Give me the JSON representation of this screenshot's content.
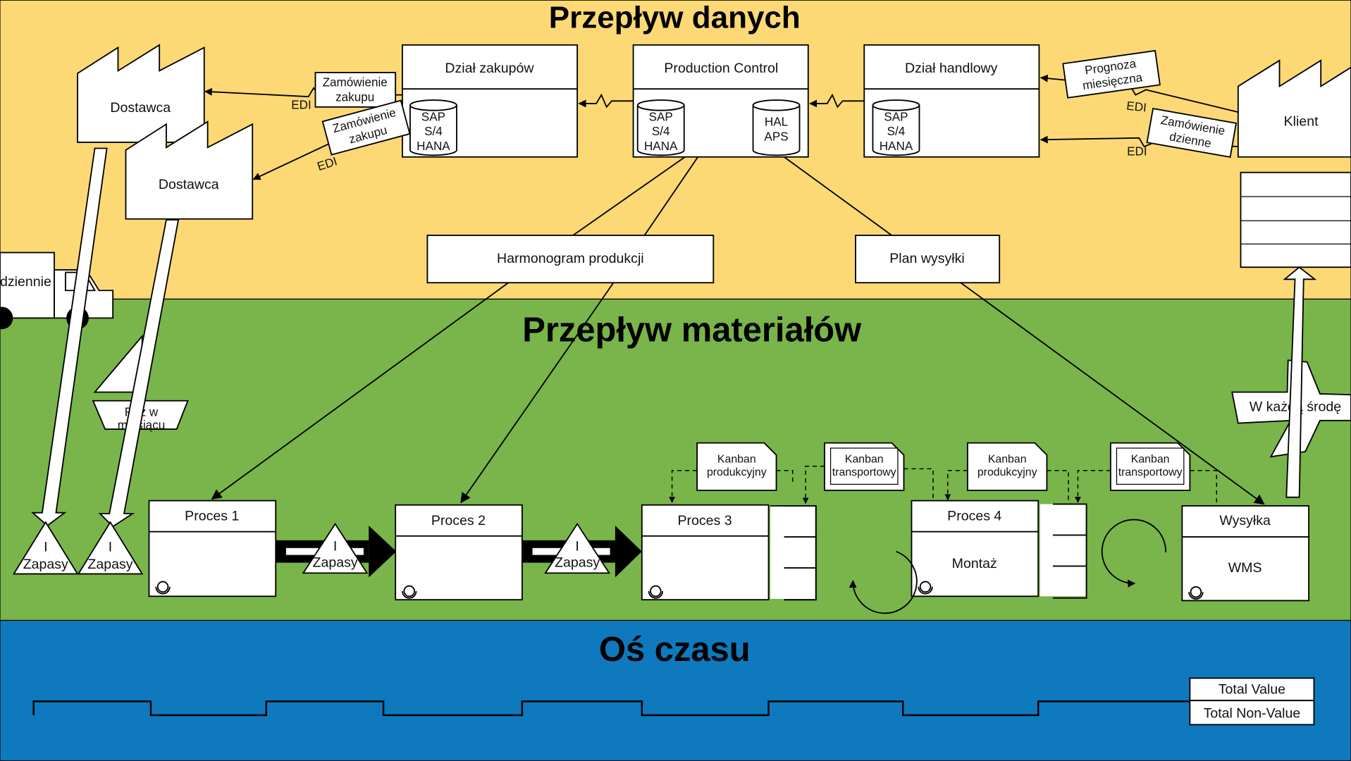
{
  "sections": {
    "data_flow": "Przepływ danych",
    "material_flow": "Przepływ materiałów",
    "timeline": "Oś czasu"
  },
  "colors": {
    "data_flow_bg": "#fcd975",
    "material_flow_bg": "#79b54a",
    "timeline_bg": "#0f79bd"
  },
  "departments": {
    "purchasing": {
      "title": "Dział zakupów",
      "db": [
        "SAP",
        "S/4",
        "HANA"
      ]
    },
    "production_control": {
      "title": "Production Control",
      "db1": [
        "SAP",
        "S/4",
        "HANA"
      ],
      "db2": [
        "HAL",
        "APS"
      ]
    },
    "sales": {
      "title": "Dział handlowy",
      "db": [
        "SAP",
        "S/4",
        "HANA"
      ]
    }
  },
  "suppliers": [
    "Dostawca",
    "Dostawca"
  ],
  "customer": "Klient",
  "orders": {
    "purchase_order_1": [
      "Zamówienie",
      "zakupu"
    ],
    "purchase_order_2": [
      "Zamówienie",
      "zakupu"
    ],
    "forecast": [
      "Prognoza",
      "miesięczna"
    ],
    "daily_order": [
      "Zamówienie",
      "dzienne"
    ],
    "edi": "EDI"
  },
  "schedules": {
    "production": "Harmonogram produkcji",
    "shipping": "Plan wysyłki"
  },
  "transport": {
    "truck": "dziennie",
    "ship": [
      "Raz w",
      "miesiącu"
    ],
    "plane": "W każdą środę"
  },
  "inventory": {
    "label": "Zapasy",
    "symbol": "I"
  },
  "processes": [
    {
      "title": "Proces 1",
      "body": ""
    },
    {
      "title": "Proces 2",
      "body": ""
    },
    {
      "title": "Proces 3",
      "body": ""
    },
    {
      "title": "Proces 4",
      "body": "Montaż"
    },
    {
      "title": "Wysyłka",
      "body": "WMS"
    }
  ],
  "kanban": {
    "production": [
      "Kanban",
      "produkcyjny"
    ],
    "transport": [
      "Kanban",
      "transportowy"
    ]
  },
  "timeline_legend": {
    "total_value": "Total Value",
    "total_non_value": "Total Non-Value"
  }
}
